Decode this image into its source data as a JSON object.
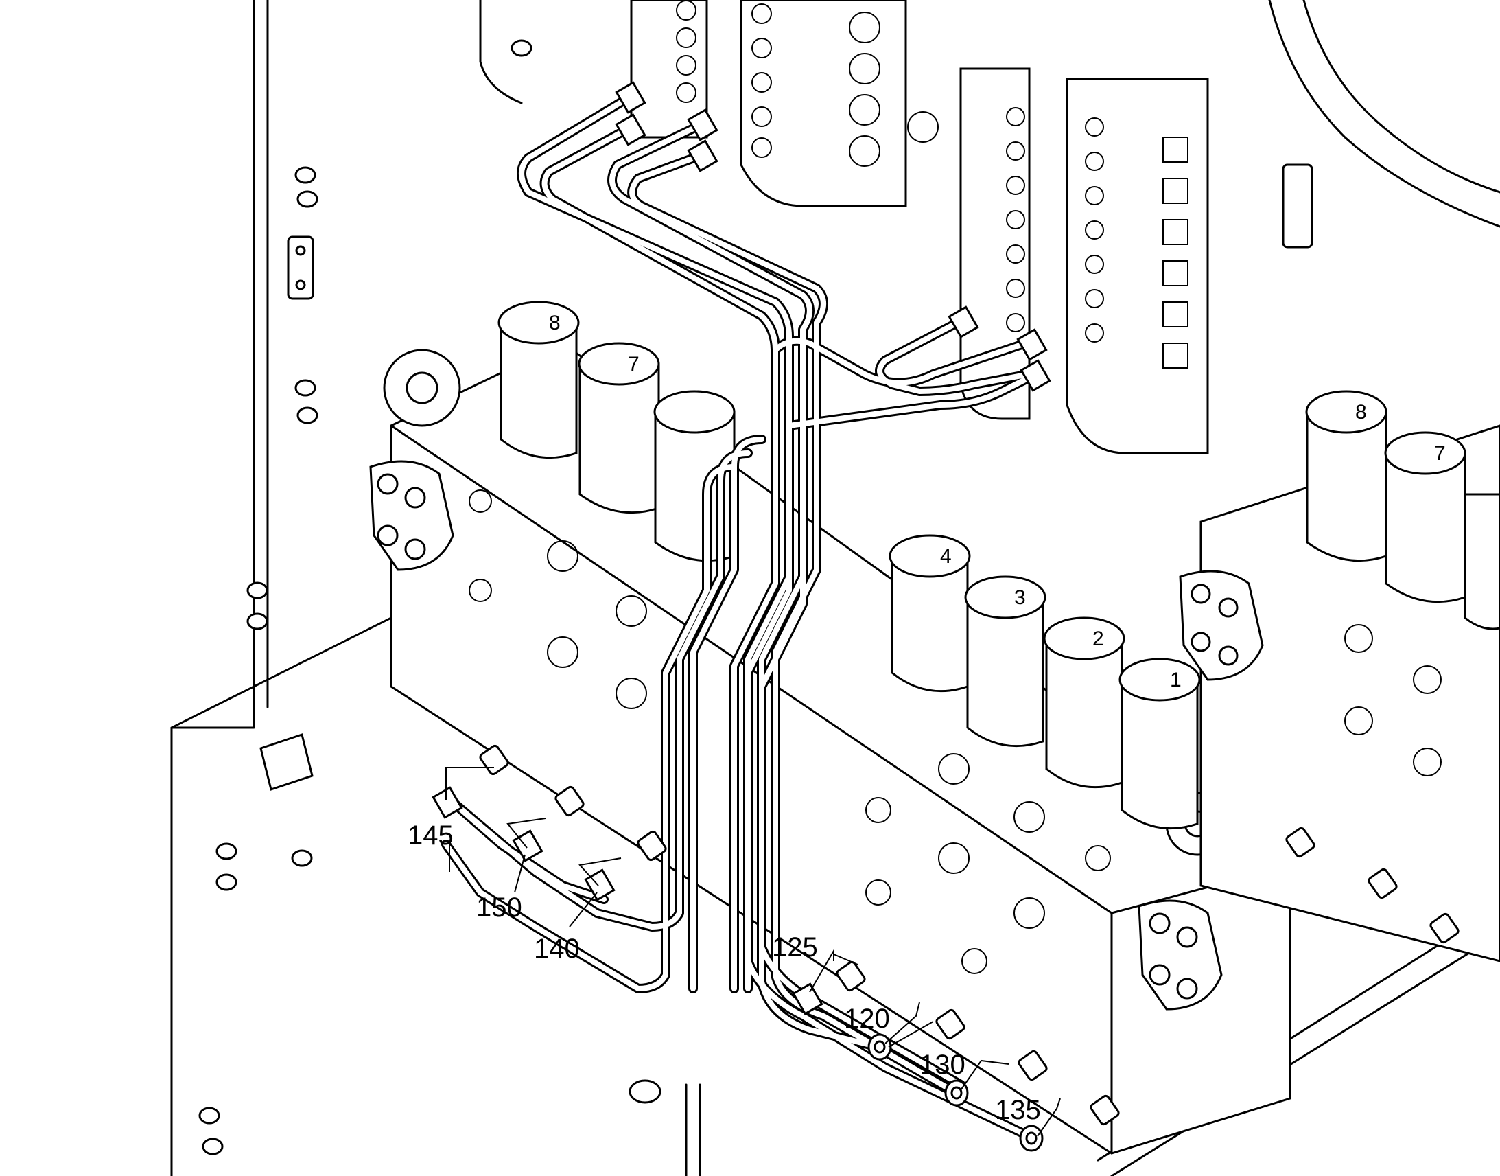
{
  "diagram": {
    "callouts": [
      {
        "id": "c145",
        "label": "145"
      },
      {
        "id": "c150",
        "label": "150"
      },
      {
        "id": "c140",
        "label": "140"
      },
      {
        "id": "c125",
        "label": "125"
      },
      {
        "id": "c120",
        "label": "120"
      },
      {
        "id": "c130",
        "label": "130"
      },
      {
        "id": "c135",
        "label": "135"
      }
    ],
    "valve_caps_left": [
      "8",
      "7"
    ],
    "valve_caps_middle": [
      "4",
      "3",
      "2",
      "1"
    ],
    "valve_caps_right": [
      "8",
      "7"
    ]
  }
}
